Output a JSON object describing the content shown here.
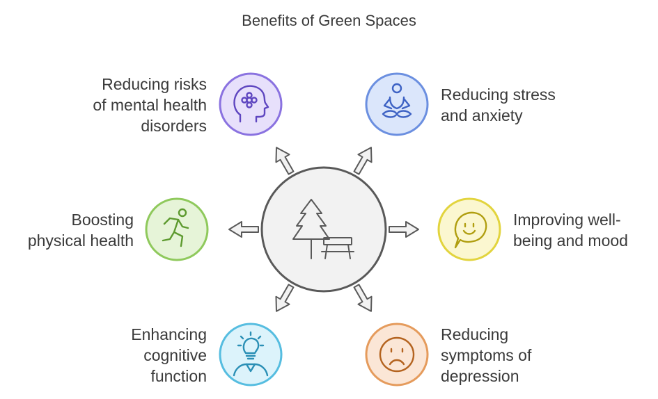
{
  "title": "Benefits of Green Spaces",
  "center": {
    "icon": "tree-and-bench-icon",
    "fill": "#f2f2f2",
    "stroke": "#595959"
  },
  "benefits": [
    {
      "lines": [
        "Reducing risks",
        "of mental health",
        "disorders"
      ],
      "icon": "head-flower-icon",
      "fill": "#e7e0fb",
      "stroke": "#8a72e0",
      "ink": "#5e46c0"
    },
    {
      "lines": [
        "Reducing stress",
        "and anxiety"
      ],
      "icon": "meditation-icon",
      "fill": "#dbe6fb",
      "stroke": "#6b8fe0",
      "ink": "#3d62c4"
    },
    {
      "lines": [
        "Boosting",
        "physical health"
      ],
      "icon": "running-person-icon",
      "fill": "#e6f4d8",
      "stroke": "#8fc95c",
      "ink": "#5d9a2f"
    },
    {
      "lines": [
        "Improving well-",
        "being and mood"
      ],
      "icon": "smile-speech-icon",
      "fill": "#fbf7d0",
      "stroke": "#e2d43e",
      "ink": "#b09e10"
    },
    {
      "lines": [
        "Enhancing",
        "cognitive",
        "function"
      ],
      "icon": "lightbulb-head-icon",
      "fill": "#dcf3fb",
      "stroke": "#56bde0",
      "ink": "#2a8fb5"
    },
    {
      "lines": [
        "Reducing",
        "symptoms of",
        "depression"
      ],
      "icon": "frown-face-icon",
      "fill": "#fbe6d6",
      "stroke": "#e59b5c",
      "ink": "#b4631f"
    }
  ]
}
